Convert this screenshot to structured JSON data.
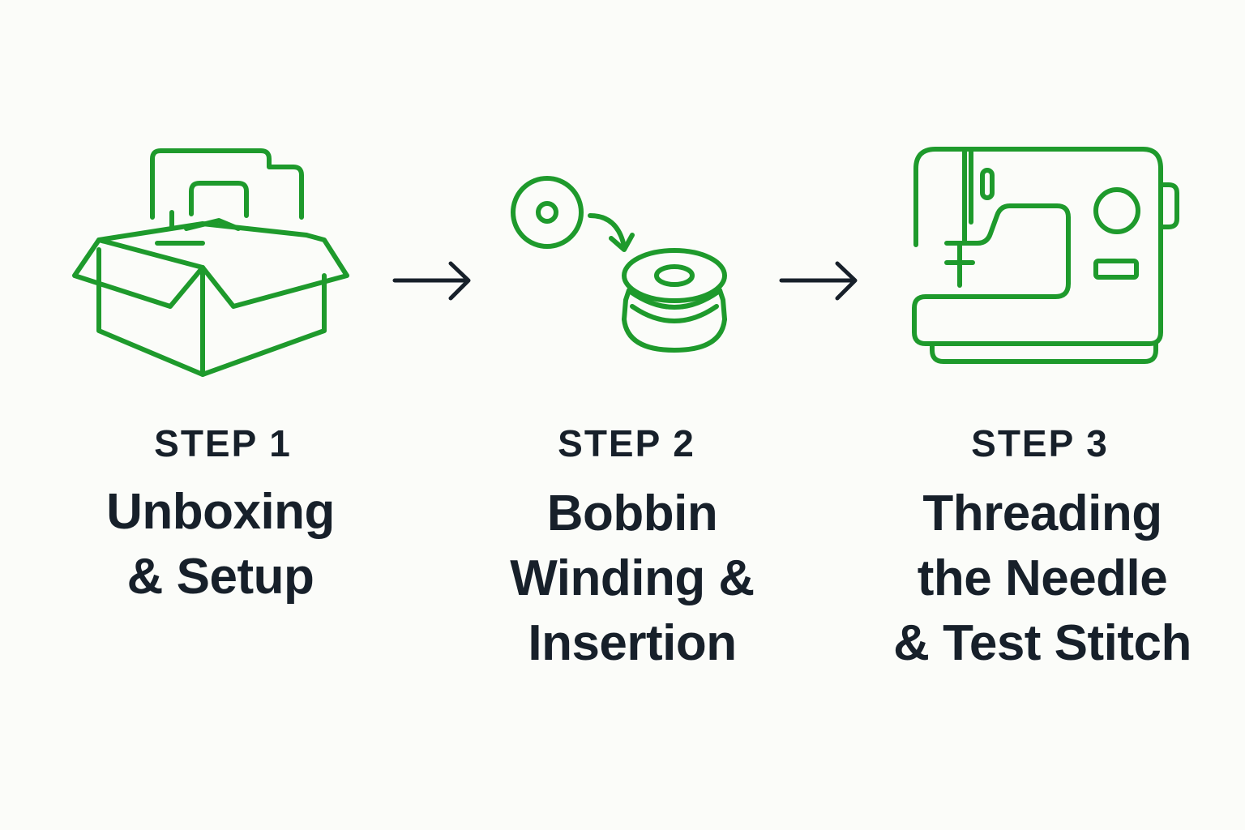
{
  "colors": {
    "accent": "#1e9a2c",
    "ink": "#17202a",
    "background": "#fbfcf9"
  },
  "steps": [
    {
      "label": "STEP 1",
      "title_lines": [
        "Unboxing",
        "& Setup"
      ],
      "icon": "open-box-with-sewing-machine-icon"
    },
    {
      "label": "STEP 2",
      "title_lines": [
        "Bobbin",
        "Winding &",
        "Insertion"
      ],
      "icon": "bobbin-winding-icon"
    },
    {
      "label": "STEP 3",
      "title_lines": [
        "Threading",
        "the Needle",
        "& Test Stitch"
      ],
      "icon": "sewing-machine-icon"
    }
  ],
  "connectors": [
    "right-arrow-icon",
    "right-arrow-icon"
  ]
}
